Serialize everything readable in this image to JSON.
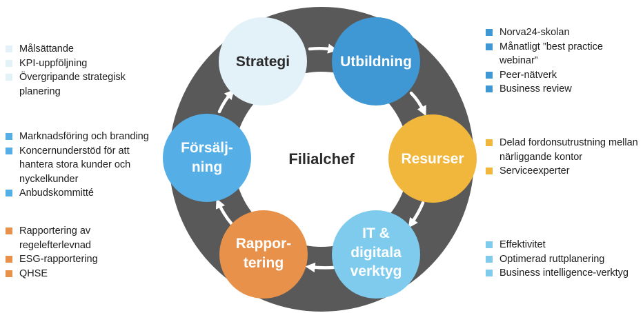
{
  "center": {
    "label": "Filialchef"
  },
  "colors": {
    "ring": "#595959",
    "arrow": "#ffffff",
    "strategi": "#e3f1f8",
    "utbildning": "#3f97d3",
    "resurser": "#f0b73c",
    "it": "#7ecbee",
    "rapportering": "#e8914a",
    "forsaljning": "#55aee6"
  },
  "nodes": {
    "strategi": {
      "lines": [
        "Strategi"
      ]
    },
    "utbildning": {
      "lines": [
        "Utbildning"
      ]
    },
    "resurser": {
      "lines": [
        "Resurser"
      ]
    },
    "it": {
      "lines": [
        "IT &",
        "digitala",
        "verktyg"
      ]
    },
    "rapportering": {
      "lines": [
        "Rappor-",
        "tering"
      ]
    },
    "forsaljning": {
      "lines": [
        "Försälj-",
        "ning"
      ]
    }
  },
  "lists": {
    "strategi": [
      "Målsättande",
      "KPI-uppföljning",
      "Övergripande strategisk planering"
    ],
    "forsaljning": [
      "Marknadsföring och branding",
      "Koncernunderstöd för att hantera stora kunder och nyckelkunder",
      "Anbudskommitté"
    ],
    "rapportering": [
      "Rapportering av regelefterlevnad",
      "ESG-rapportering",
      "QHSE"
    ],
    "utbildning": [
      "Norva24-skolan",
      "Månatligt ”best practice webinar”",
      "Peer-nätverk",
      "Business review"
    ],
    "resurser": [
      "Delad fordonsutrustning mellan närliggande kontor",
      "Serviceexperter"
    ],
    "it": [
      "Effektivitet",
      "Optimerad ruttplanering",
      "Business intelligence-verktyg"
    ]
  }
}
